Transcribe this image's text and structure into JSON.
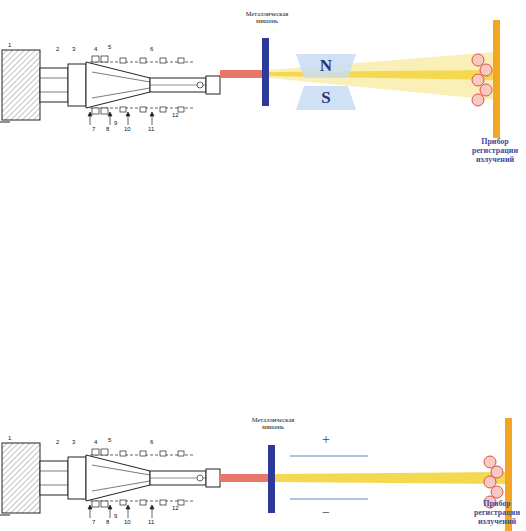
{
  "diagram": {
    "nodes": [
      {
        "text": [
          "N"
        ]
      },
      {
        "text": [
          "S"
        ]
      }
    ],
    "labels": [
      "Металлическая мишень",
      "Прибор регистрации излучений",
      "Металлическая мишень",
      "+",
      "−",
      "Прибор регистрации излучений",
      "1",
      "2",
      "3",
      "4",
      "5",
      "6",
      "7",
      "8",
      "9",
      "10",
      "11",
      "12",
      "1",
      "2",
      "3",
      "4",
      "5",
      "6",
      "7",
      "8",
      "9",
      "10",
      "11",
      "12"
    ]
  }
}
